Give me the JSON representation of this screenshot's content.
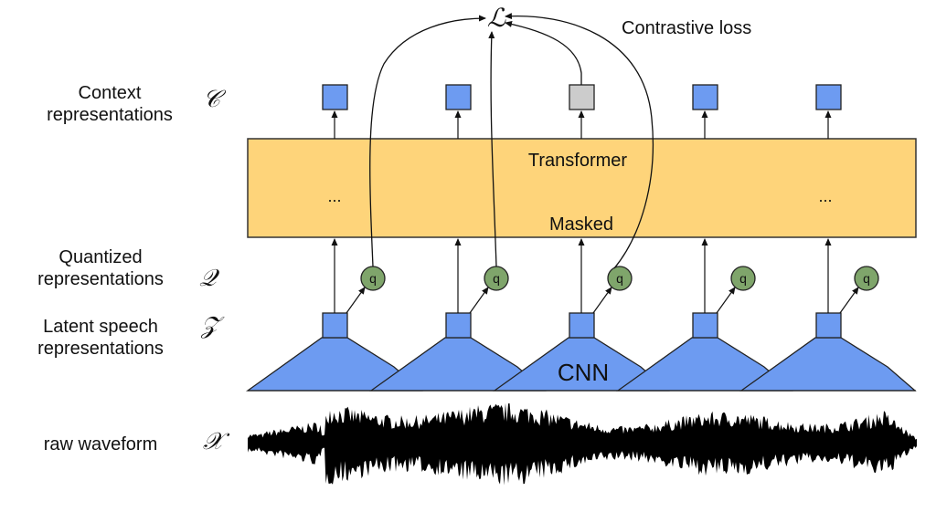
{
  "title_annotation": "Contrastive loss",
  "loss_symbol": "ℒ",
  "rows": {
    "context": {
      "label_line1": "Context",
      "label_line2": "representations",
      "symbol": "𝒞"
    },
    "quantized": {
      "label_line1": "Quantized",
      "label_line2": "representations",
      "symbol": "𝒬"
    },
    "latent": {
      "label_line1": "Latent speech",
      "label_line2": "representations",
      "symbol": "𝒵"
    },
    "raw": {
      "label": "raw waveform",
      "symbol": "𝒳"
    }
  },
  "transformer": {
    "label": "Transformer",
    "sublabel": "Masked",
    "ellipsis": "..."
  },
  "cnn": {
    "label": "CNN"
  },
  "quantizer": {
    "label": "q"
  },
  "timesteps": 5,
  "masked_context_index": 2,
  "loss_sources": [
    0,
    1,
    2
  ],
  "colors": {
    "transformer_fill": "#FED47A",
    "block_fill": "#6D9BF1",
    "masked_fill": "#CCCCCC",
    "quantizer_fill": "#7FA56B",
    "stroke": "#222222",
    "waveform": "#000000"
  }
}
